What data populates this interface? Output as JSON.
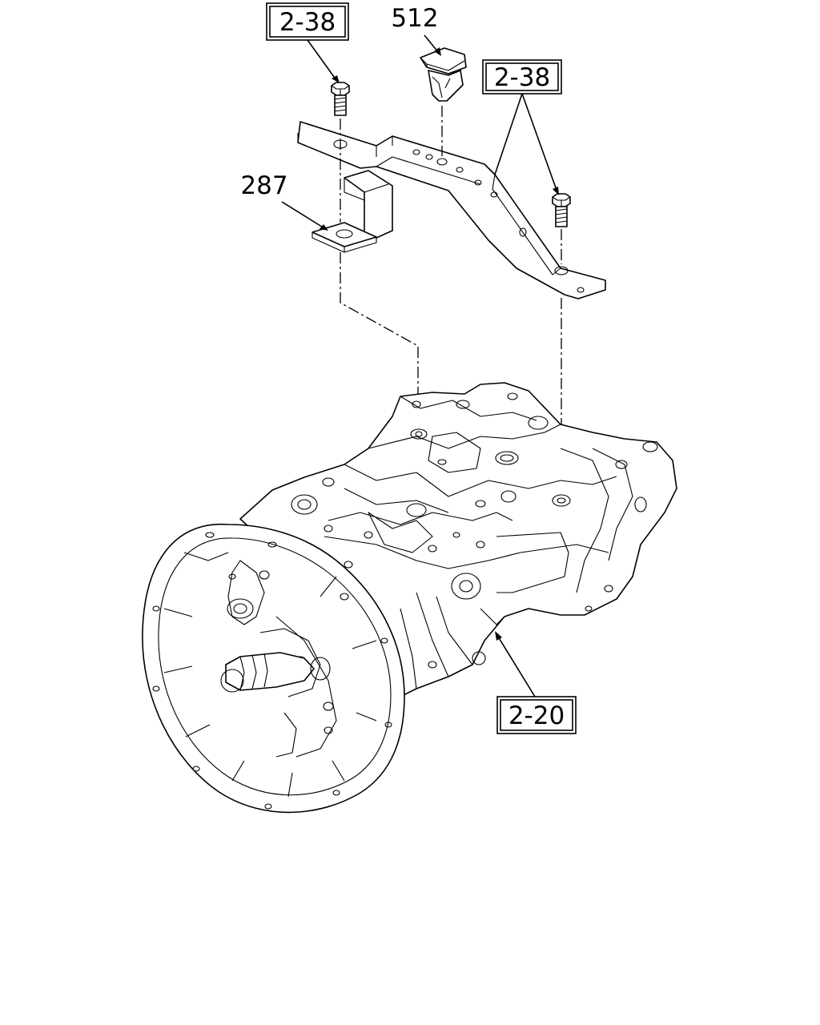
{
  "callouts": {
    "ref_top_left": "2-38",
    "ref_top_right": "2-38",
    "ref_bottom": "2-20",
    "part_512": "512",
    "part_287": "287"
  }
}
